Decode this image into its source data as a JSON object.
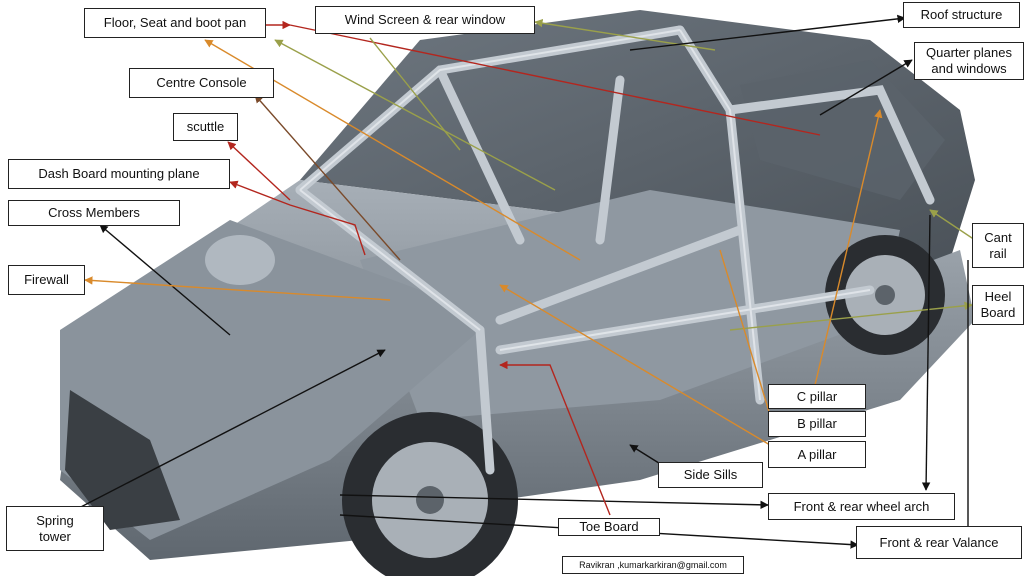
{
  "diagram": {
    "labels": {
      "floor_seat_boot_pan": "Floor, Seat and boot pan",
      "wind_screen": "Wind Screen & rear window",
      "roof_structure": "Roof structure",
      "quarter_planes": "Quarter planes\nand windows",
      "centre_console": "Centre Console",
      "scuttle": "scuttle",
      "dash_board": "Dash Board mounting plane",
      "cross_members": "Cross Members",
      "firewall": "Firewall",
      "cant_rail": "Cant\nrail",
      "heel_board": "Heel\nBoard",
      "c_pillar": "C pillar",
      "b_pillar": "B pillar",
      "a_pillar": "A pillar",
      "side_sills": "Side Sills",
      "wheel_arch": "Front & rear wheel arch",
      "valance": "Front & rear Valance",
      "toe_board": "Toe Board",
      "spring_tower": "Spring\ntower"
    },
    "credit": "Ravikran ,kumarkarkiran@gmail.com",
    "colors": {
      "body_panel": "#7d8791",
      "frame": "#b8c0c8",
      "tyre": "#2a2d31",
      "rim": "#a9b0b7",
      "leader_black": "#111111",
      "leader_red": "#b3261e",
      "leader_orange": "#d98a2b",
      "leader_olive": "#9aa04a",
      "leader_brown": "#7a4a2a"
    }
  }
}
